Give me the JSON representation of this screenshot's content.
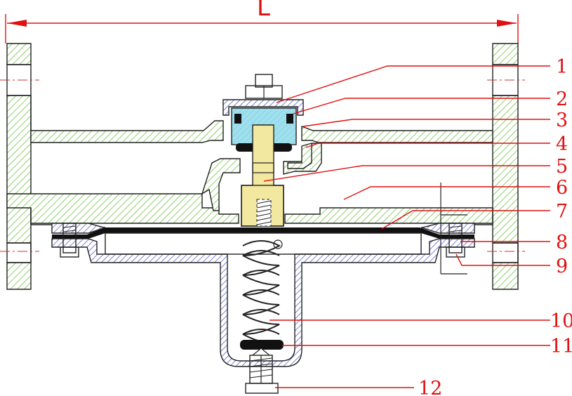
{
  "dimension": {
    "label": "L"
  },
  "callouts": [
    {
      "number": "1"
    },
    {
      "number": "2"
    },
    {
      "number": "3"
    },
    {
      "number": "4"
    },
    {
      "number": "5"
    },
    {
      "number": "6"
    },
    {
      "number": "7"
    },
    {
      "number": "8"
    },
    {
      "number": "9"
    },
    {
      "number": "10"
    },
    {
      "number": "11"
    },
    {
      "number": "12"
    }
  ],
  "colors": {
    "body_hatch": "#8ecf6a",
    "cover_hatch": "#5a66c8",
    "valve_core": "#9ee0ee",
    "stem": "#f2e8a0",
    "callout_text": "#e01010",
    "leader_line": "#e01010"
  }
}
